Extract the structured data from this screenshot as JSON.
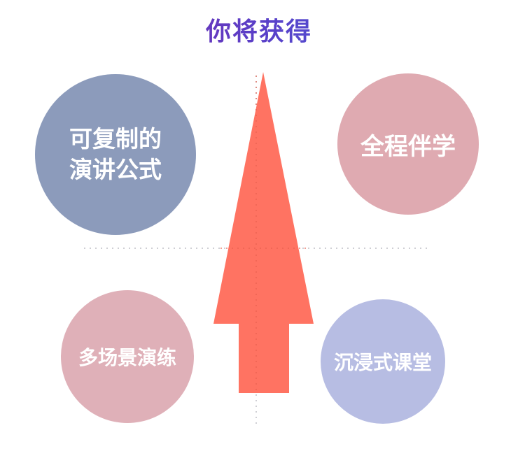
{
  "title": "你将获得",
  "colors": {
    "title_gradient_start": "#8a1f9a",
    "title_gradient_end": "#3f70e2",
    "arrow": "#ff7362",
    "dotted_line": "#cfcfd4"
  },
  "items": [
    {
      "position": "top-left",
      "line1": "可复制的",
      "line2": "演讲公式",
      "color": "#8c9bbb"
    },
    {
      "position": "top-right",
      "line1": "全程伴学",
      "color": "#dfaab1"
    },
    {
      "position": "bottom-left",
      "line1": "多场景演练",
      "color": "#dfb0b8"
    },
    {
      "position": "bottom-right",
      "line1": "沉浸式课堂",
      "color": "#b7bde3"
    }
  ],
  "arrow_icon": "up-arrow-icon"
}
